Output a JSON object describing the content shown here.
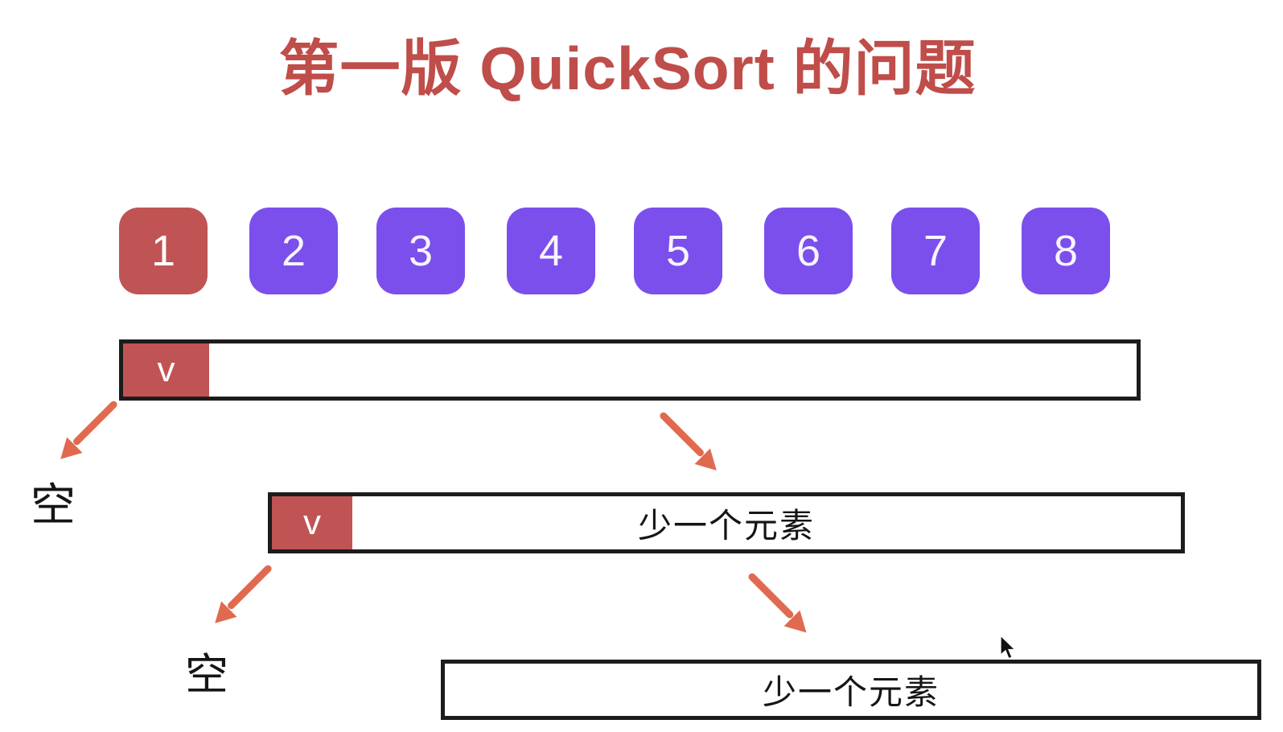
{
  "title": "第一版 QuickSort 的问题",
  "colors": {
    "title_red": "#bf4d4a",
    "pivot_red": "#c05454",
    "element_purple": "#7b4fec",
    "arrow_coral": "#e06a50",
    "bar_border": "#1c1c1c",
    "label_black": "#151515"
  },
  "array_row": {
    "items": [
      {
        "value": "1",
        "role": "pivot"
      },
      {
        "value": "2",
        "role": "element"
      },
      {
        "value": "3",
        "role": "element"
      },
      {
        "value": "4",
        "role": "element"
      },
      {
        "value": "5",
        "role": "element"
      },
      {
        "value": "6",
        "role": "element"
      },
      {
        "value": "7",
        "role": "element"
      },
      {
        "value": "8",
        "role": "element"
      }
    ]
  },
  "partition_level_1": {
    "pivot_label": "v",
    "body_label": ""
  },
  "partition_level_2": {
    "empty_label": "空",
    "pivot_label": "v",
    "body_label": "少一个元素"
  },
  "partition_level_3": {
    "empty_label": "空",
    "body_label": "少一个元素"
  }
}
